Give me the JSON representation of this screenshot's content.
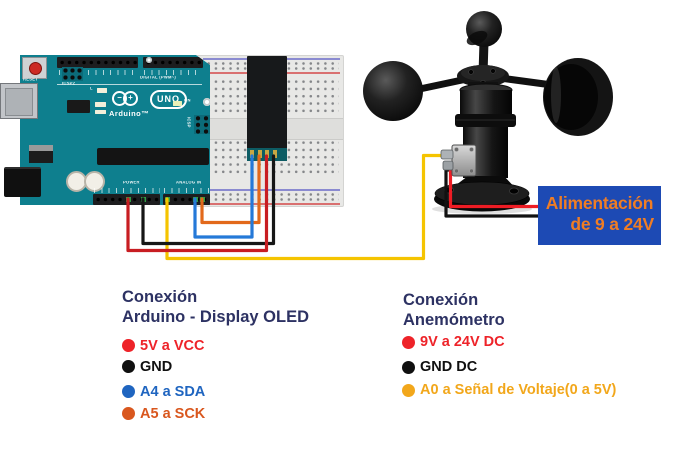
{
  "board": {
    "brand": "Arduino™",
    "model": "UNO",
    "labels": {
      "reset": "RESET",
      "icsp2": "ICSP2",
      "icsp": "ICSP",
      "digital": "DIGITAL (PWM~)",
      "l_led": "L",
      "tx": "TX",
      "rx": "RX",
      "on": "ON",
      "power": "POWER",
      "analog": "ANALOG IN"
    }
  },
  "power_box": {
    "line1": "Alimentación",
    "line2": "de 9 a 24V",
    "bg_color": "#1d4ab4",
    "text_color": "#f07d24"
  },
  "legend_oled": {
    "title_line1": "Conexión",
    "title_line2": "Arduino - Display OLED",
    "items": [
      {
        "label": "5V a VCC",
        "color": "#ee2329"
      },
      {
        "label": "GND",
        "color": "#101010"
      },
      {
        "label": "A4 a SDA",
        "color": "#1f65c0"
      },
      {
        "label": "A5 a SCK",
        "color": "#d9571e"
      }
    ]
  },
  "legend_anemometer": {
    "title_line1": "Conexión",
    "title_line2": "Anemómetro",
    "items": [
      {
        "label": "9V a 24V  DC",
        "color": "#ee2329"
      },
      {
        "label": "GND DC",
        "color": "#101010"
      },
      {
        "label": "A0 a Señal de Voltaje(0 a 5V)",
        "color": "#f2a71b"
      }
    ]
  },
  "wires": {
    "red": "#c81d22",
    "black": "#161616",
    "yellow": "#f5c400",
    "blue": "#2579d8",
    "orange": "#e2691b",
    "anemometer_red": "#ee1c24",
    "anemometer_black": "#111111"
  },
  "title_color": "#2d3263"
}
